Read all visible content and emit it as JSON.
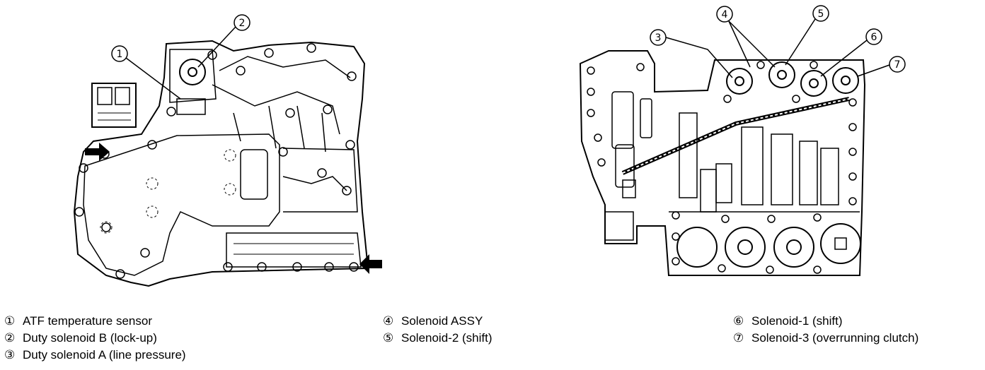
{
  "callouts": [
    "1",
    "2",
    "3",
    "4",
    "5",
    "6",
    "7"
  ],
  "legend": {
    "col1": [
      {
        "num": "①",
        "label": "ATF temperature sensor"
      },
      {
        "num": "②",
        "label": "Duty solenoid B (lock-up)"
      },
      {
        "num": "③",
        "label": "Duty solenoid A (line pressure)"
      }
    ],
    "col2": [
      {
        "num": "④",
        "label": "Solenoid ASSY"
      },
      {
        "num": "⑤",
        "label": "Solenoid-2 (shift)"
      }
    ],
    "col3": [
      {
        "num": "⑥",
        "label": "Solenoid-1 (shift)"
      },
      {
        "num": "⑦",
        "label": "Solenoid-3 (overrunning clutch)"
      }
    ]
  }
}
